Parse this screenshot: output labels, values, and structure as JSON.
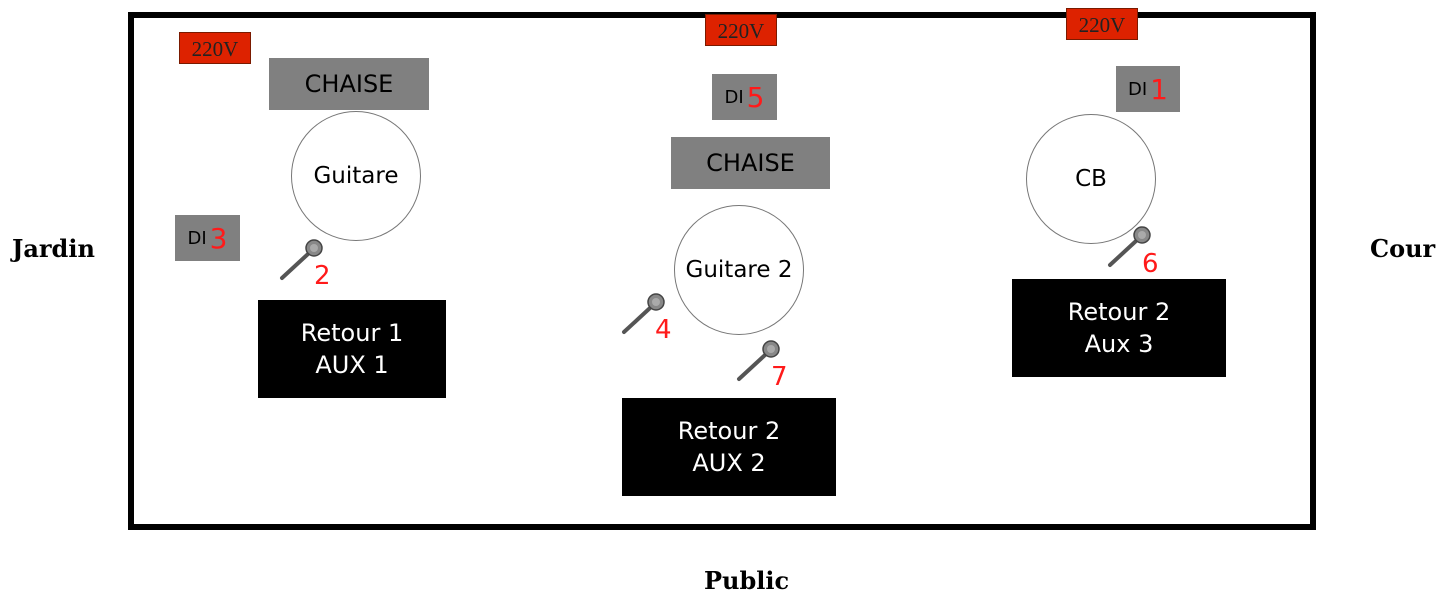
{
  "labels": {
    "left": "Jardin",
    "right": "Cour",
    "bottom": "Public"
  },
  "power": [
    "220V",
    "220V",
    "220V"
  ],
  "chairs": [
    "CHAISE",
    "CHAISE"
  ],
  "di_boxes": [
    {
      "text": "DI",
      "number": "5"
    },
    {
      "text": "DI",
      "number": "1"
    },
    {
      "text": "DI",
      "number": "3"
    }
  ],
  "instruments": [
    "Guitare",
    "Guitare 2",
    "CB"
  ],
  "monitors": [
    {
      "line1": "Retour 1",
      "line2": "AUX 1"
    },
    {
      "line1": "Retour 2",
      "line2": "AUX 2"
    },
    {
      "line1": "Retour 2",
      "line2": "Aux 3"
    }
  ],
  "mics": [
    "2",
    "4",
    "7",
    "6"
  ],
  "colors": {
    "power_bg": "#dd2200",
    "box_gray": "#808080",
    "monitor_bg": "#000000",
    "number_red": "#ff1a1a"
  },
  "icons": {
    "mic": "microphone-icon"
  }
}
